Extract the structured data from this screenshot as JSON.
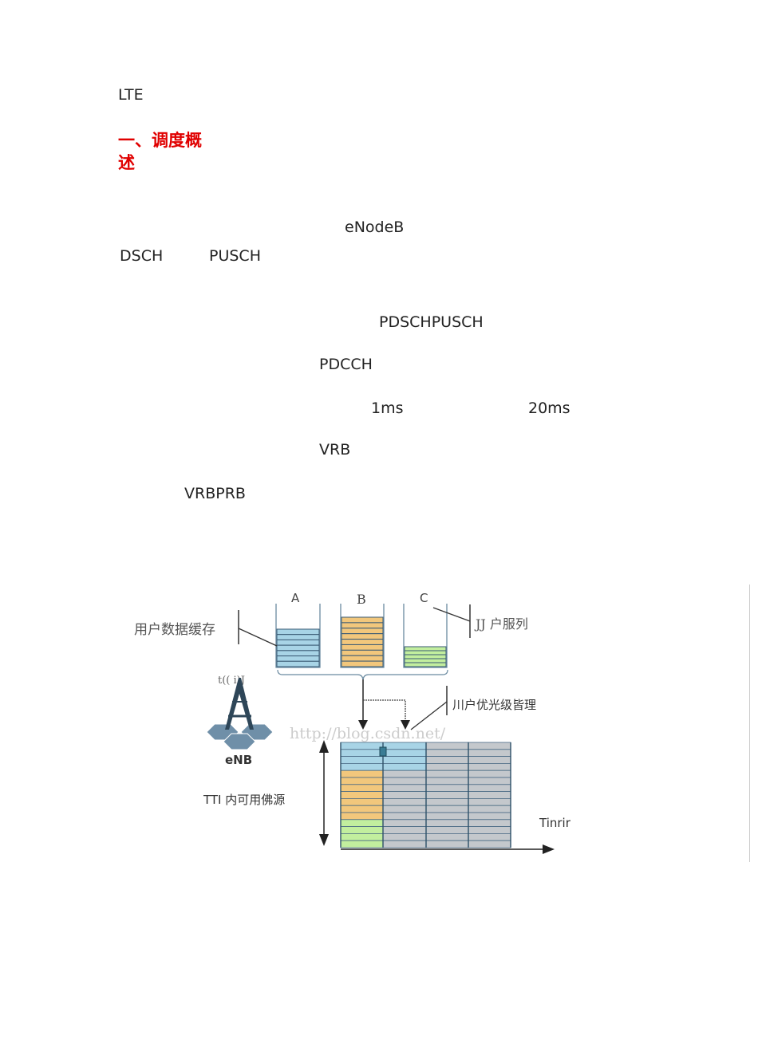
{
  "document": {
    "title": "LTE",
    "heading_line1": "一、调度概",
    "heading_line2": "述",
    "paragraphs": [
      "eNodeB",
      "DSCH",
      "PUSCH",
      "PDSCHPUSCH",
      "PDCCH",
      "1ms",
      "20ms",
      "VRB",
      "VRBPRB"
    ]
  },
  "diagram": {
    "queue_labels": [
      "A",
      "B",
      "C"
    ],
    "buffer_label": "用户数据缓存",
    "queue_label": "JJ 户服列",
    "priority_label": "川户优光级皆理",
    "signal_label": "t((  i)J",
    "enb_label": "eNB",
    "tti_label": "TTI 内可用佛源",
    "time_label": "Tinrir",
    "watermark": "http://blog.csdn.net/",
    "colors": {
      "blue": "#a8d4e6",
      "orange": "#f2c77c",
      "green": "#c2ee9e",
      "gray": "#c4c8cc",
      "line": "#3a5a74"
    }
  }
}
